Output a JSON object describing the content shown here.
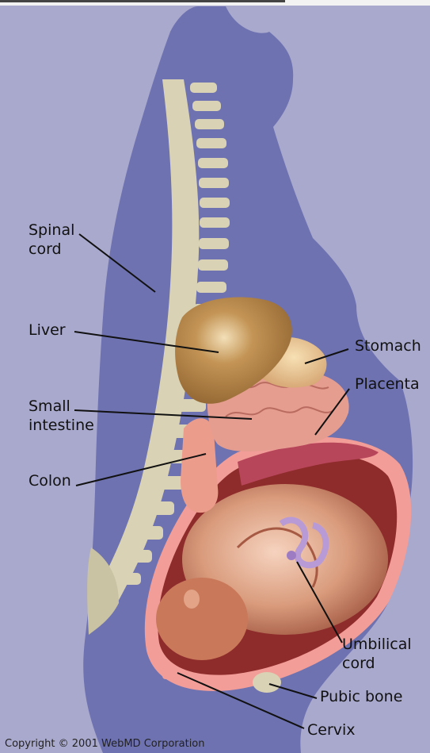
{
  "labels": {
    "spinal_cord": [
      "Spinal",
      "cord"
    ],
    "liver": "Liver",
    "stomach": "Stomach",
    "placenta": "Placenta",
    "small_intestine": [
      "Small",
      "intestine"
    ],
    "colon": "Colon",
    "umbilical_cord": [
      "Umbilical",
      "cord"
    ],
    "pubic_bone": "Pubic bone",
    "cervix": "Cervix"
  },
  "copyright": "Copyright © 2001 WebMD Corporation",
  "colors": {
    "background": "#a9a9ce",
    "body": "#6e72b0",
    "spine": "#d9d2b4",
    "liver": "#a9793f",
    "uterus_wall": "#f29d98",
    "placenta": "#b8465a",
    "fetus": "#c67f63",
    "umbilical": "#b89ad6"
  }
}
